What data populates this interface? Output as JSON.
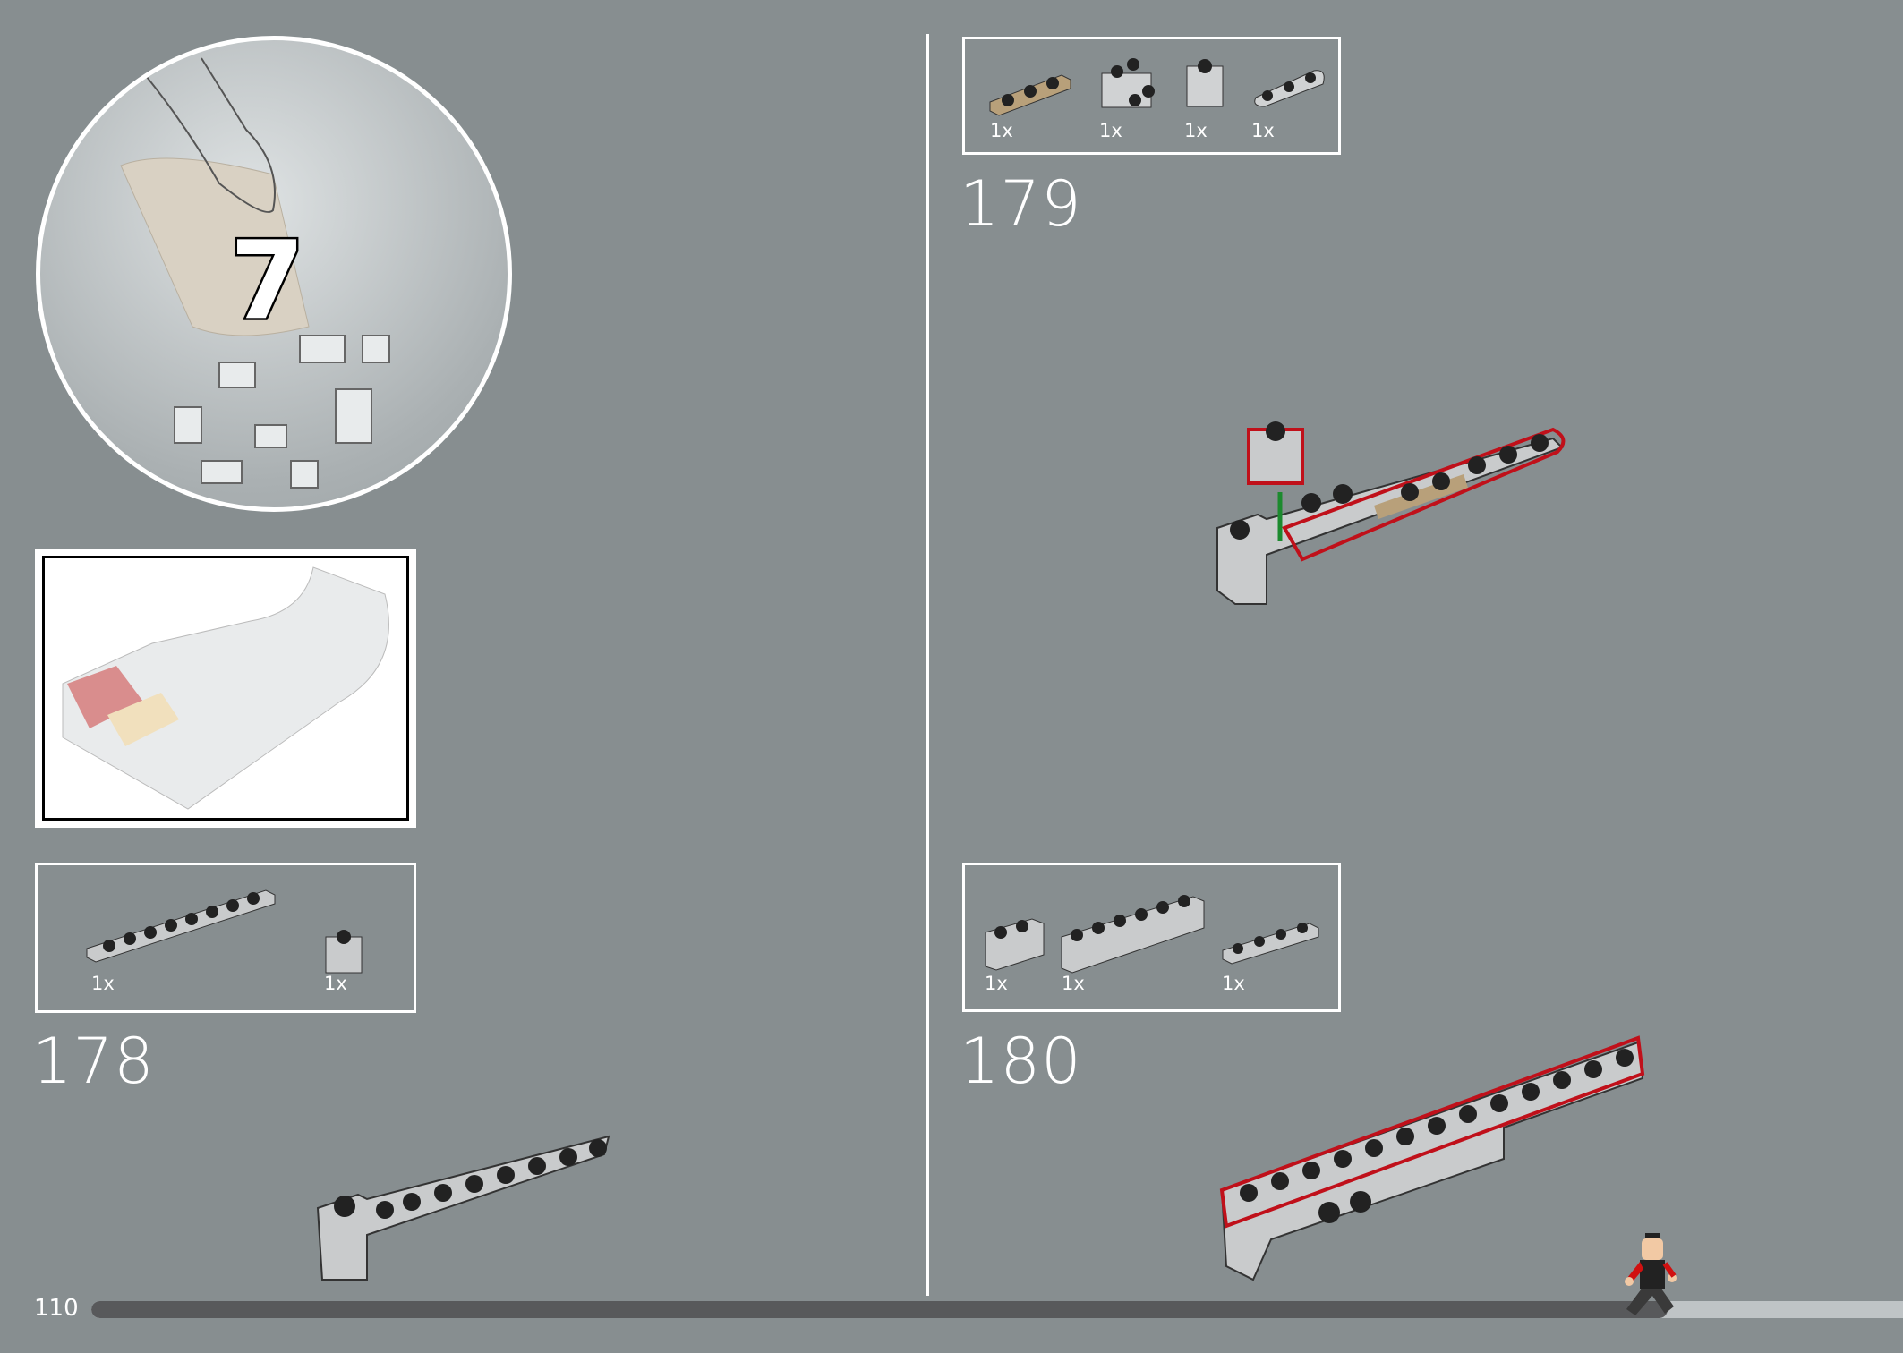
{
  "page_number": "110",
  "bag": {
    "number": "7"
  },
  "progress": {
    "fraction": 0.87
  },
  "steps": [
    {
      "number": "178",
      "parts": [
        {
          "qty": "1x",
          "part": "plate-1x8-light-gray"
        },
        {
          "qty": "1x",
          "part": "technic-brick-1x1-light-gray"
        }
      ]
    },
    {
      "number": "179",
      "parts": [
        {
          "qty": "1x",
          "part": "plate-1x3-tan"
        },
        {
          "qty": "1x",
          "part": "brick-1x2-studs-on-side"
        },
        {
          "qty": "1x",
          "part": "technic-brick-1x1"
        },
        {
          "qty": "1x",
          "part": "rounded-plate-1x3"
        }
      ]
    },
    {
      "number": "180",
      "parts": [
        {
          "qty": "1x",
          "part": "brick-1x2-light-gray"
        },
        {
          "qty": "1x",
          "part": "brick-1x6-light-gray"
        },
        {
          "qty": "1x",
          "part": "plate-1x4-light-gray"
        }
      ]
    }
  ],
  "colors": {
    "background": "#878e90",
    "highlight": "#c0101a",
    "progress_done": "#58595b",
    "progress_rest": "#bfc4c6"
  }
}
